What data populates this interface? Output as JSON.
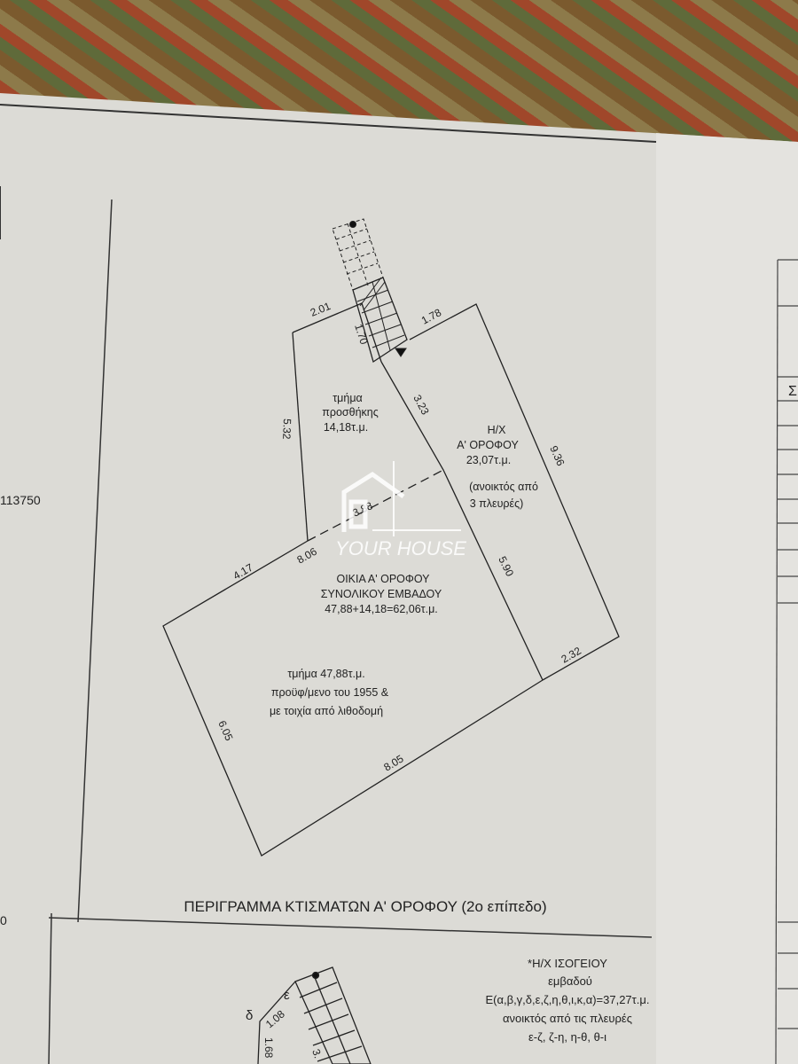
{
  "margin_left": {
    "code": "113750",
    "bottom_digit": "0"
  },
  "right_page": {
    "table_letter": "Σ"
  },
  "plan": {
    "dimensions": {
      "d201": "2.01",
      "d170": "1.70",
      "d178": "1.78",
      "d323": "3.23",
      "d532": "5.32",
      "d936": "9.36",
      "d388": "3.88",
      "d417": "4.17",
      "d806": "8.06",
      "d590": "5.90",
      "d232": "2.32",
      "d605": "6.05",
      "d805": "8.05"
    },
    "addition": {
      "line1": "τμήμα",
      "line2": "προσθήκης",
      "line3": "14,18τ.μ."
    },
    "balcony": {
      "line1": "Η/Χ",
      "line2": "Α' ΟΡΟΦΟΥ",
      "line3": "23,07τ.μ.",
      "line4": "(ανοικτός από",
      "line5": "3 πλευρές)"
    },
    "house": {
      "line1": "ΟΙΚΙΑ Α' ΟΡΟΦΟΥ",
      "line2": "ΣΥΝΟΛΙΚΟΥ ΕΜΒΑΔΟΥ",
      "line3": "47,88+14,18=62,06τ.μ."
    },
    "old_part": {
      "line1": "τμήμα 47,88τ.μ.",
      "line2": "προϋφ/μενο του 1955 &",
      "line3": "με τοιχία από λιθοδομή"
    }
  },
  "title": "ΠΕΡΙΓΡΑΜΜΑ ΚΤΙΣΜΑΤΩΝ Α' ΟΡΟΦΟΥ (2ο  επίπεδο)",
  "ground_note": {
    "line1": "*Η/Χ  ΙΣΟΓΕΙΟΥ",
    "line2": "εμβαδού",
    "line3": "Ε(α,β,γ,δ,ε,ζ,η,θ,ι,κ,α)=37,27τ.μ.",
    "line4": "ανοικτός από τις πλευρές",
    "line5": "ε-ζ, ζ-η, η-θ, θ-ι"
  },
  "ground_plan": {
    "label_delta": "δ",
    "label_epsilon": "ε",
    "d108": "1.08",
    "d168": "1.68",
    "d3": "3."
  },
  "watermark": "YOUR HOUSE"
}
